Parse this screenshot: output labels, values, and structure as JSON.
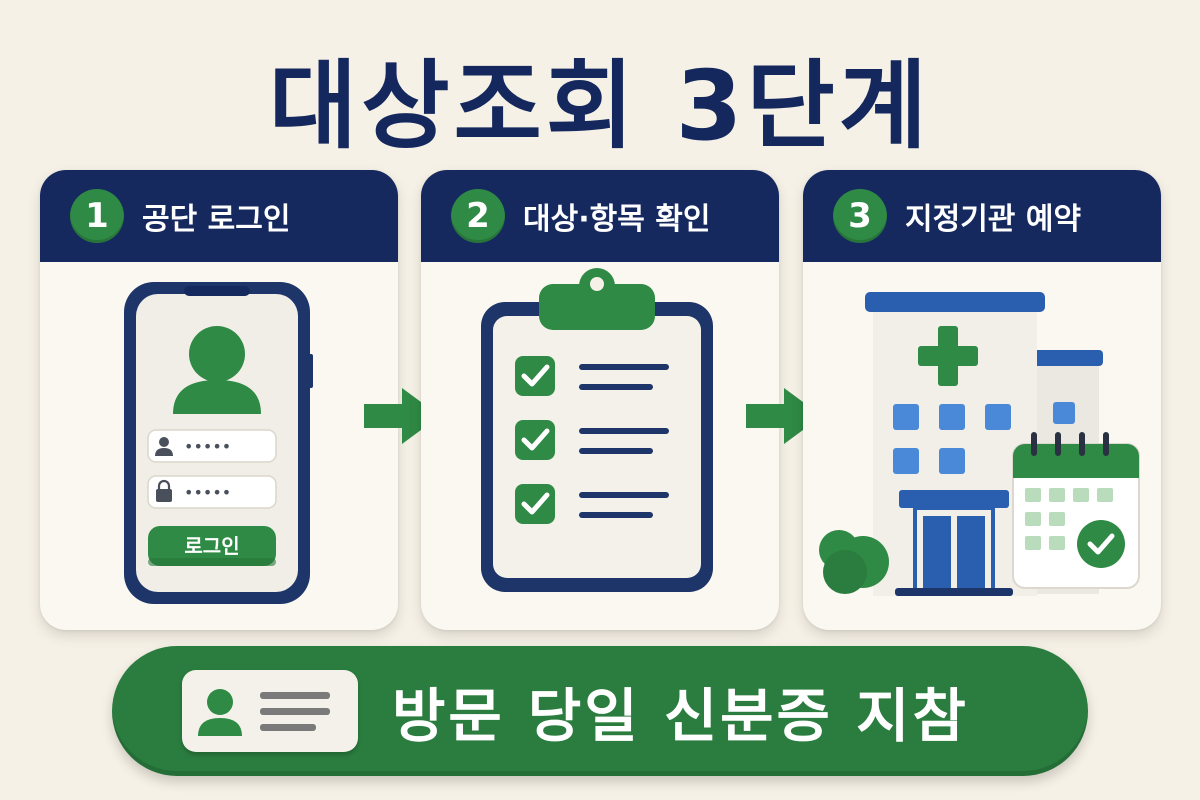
{
  "title": "대상조회 3단계",
  "steps": [
    {
      "number": "1",
      "label": "공단 로그인"
    },
    {
      "number": "2",
      "label": "대상·항목 확인"
    },
    {
      "number": "3",
      "label": "지정기관 예약"
    }
  ],
  "login": {
    "id_mask": "•••••",
    "password_mask": "•••••",
    "button_label": "로그인"
  },
  "banner": {
    "text": "방문 당일 신분증 지참"
  },
  "colors": {
    "navy": "#15295f",
    "green": "#2f8a45",
    "banner_green": "#2a7d3f",
    "background": "#f6f1e6",
    "blue": "#2a5fb0"
  },
  "icons": [
    "user-icon",
    "lock-icon",
    "check-icon",
    "arrow-right-icon",
    "hospital-icon",
    "calendar-icon",
    "id-card-icon"
  ]
}
